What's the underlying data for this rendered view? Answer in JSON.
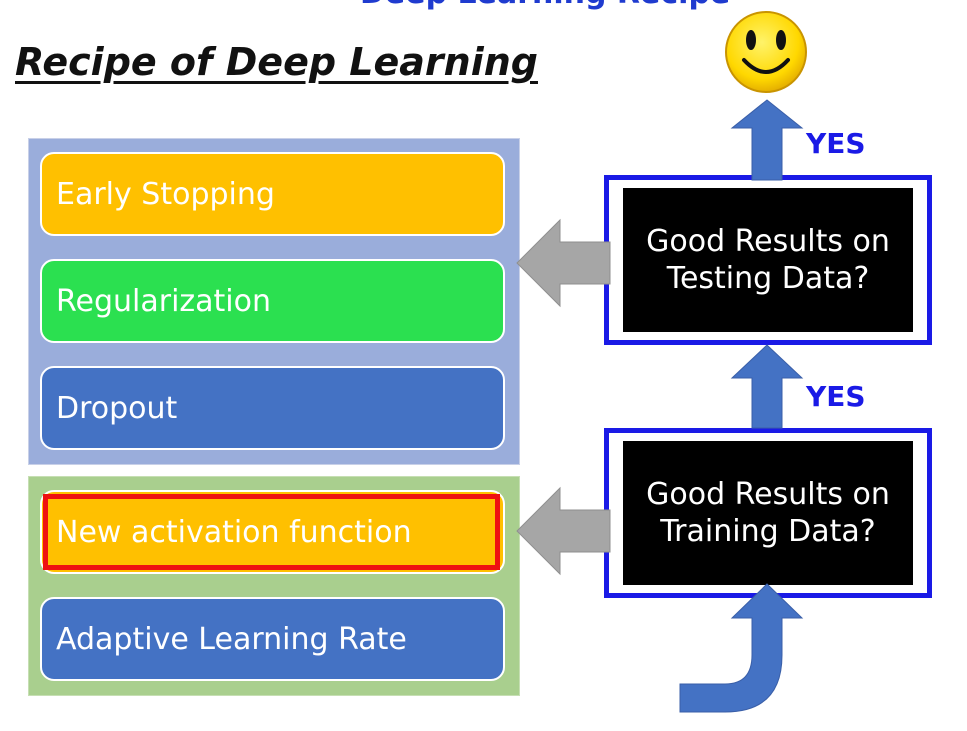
{
  "slide": {
    "top_strip_text": "Deep Learning Recipe",
    "title": "Recipe of Deep Learning"
  },
  "testing_methods": [
    {
      "label": "Early Stopping",
      "color": "#ffc000"
    },
    {
      "label": "Regularization",
      "color": "#2be050"
    },
    {
      "label": "Dropout",
      "color": "#4472c4"
    }
  ],
  "training_methods": [
    {
      "label": "New activation function",
      "color": "#ffc000",
      "highlighted": true
    },
    {
      "label": "Adaptive Learning Rate",
      "color": "#4472c4"
    }
  ],
  "decisions": {
    "testing": {
      "line1": "Good Results on",
      "line2": "Testing Data?"
    },
    "training": {
      "line1": "Good Results on",
      "line2": "Training Data?"
    }
  },
  "labels": {
    "yes_top": "YES",
    "yes_middle": "YES"
  },
  "icons": {
    "success": "smiley-icon"
  },
  "colors": {
    "arrow_blue": "#4472c4",
    "arrow_gray": "#a6a6a6",
    "frame_blue": "#1a1ae6",
    "highlight_red": "#ee1111"
  }
}
